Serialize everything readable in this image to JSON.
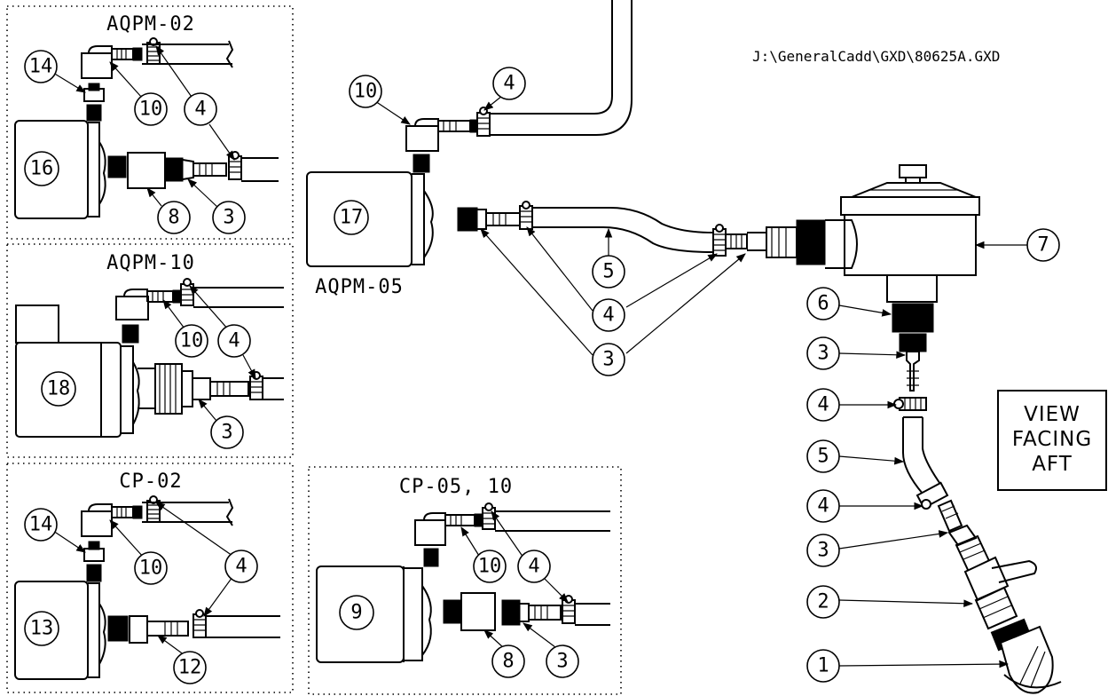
{
  "drawing": {
    "file_path": "J:\\GeneralCadd\\GXD\\80625A.GXD",
    "view_note": [
      "VIEW",
      "FACING",
      "AFT"
    ]
  },
  "panels": {
    "aqpm02": {
      "title": "AQPM-02"
    },
    "aqpm10": {
      "title": "AQPM-10"
    },
    "cp02": {
      "title": "CP-02"
    },
    "cp0510": {
      "title": "CP-05, 10"
    },
    "main": {
      "caption": "AQPM-05"
    }
  },
  "callouts": {
    "aqpm02_pump": "16",
    "aqpm02_14": "14",
    "aqpm02_10": "10",
    "aqpm02_4a": "4",
    "aqpm02_8": "8",
    "aqpm02_3": "3",
    "aqpm10_pump": "18",
    "aqpm10_10": "10",
    "aqpm10_4": "4",
    "aqpm10_3": "3",
    "cp02_pump": "13",
    "cp02_14": "14",
    "cp02_10": "10",
    "cp02_4": "4",
    "cp02_12": "12",
    "cp0510_pump": "9",
    "cp0510_10": "10",
    "cp0510_4": "4",
    "cp0510_8": "8",
    "cp0510_3": "3",
    "main_pump": "17",
    "main_10": "10",
    "main_4top": "4",
    "main_5": "5",
    "main_4": "4",
    "main_3": "3",
    "side_7": "7",
    "side_6": "6",
    "side_3a": "3",
    "side_4a": "4",
    "side_5": "5",
    "side_4b": "4",
    "side_3b": "3",
    "side_2": "2",
    "side_1": "1"
  }
}
